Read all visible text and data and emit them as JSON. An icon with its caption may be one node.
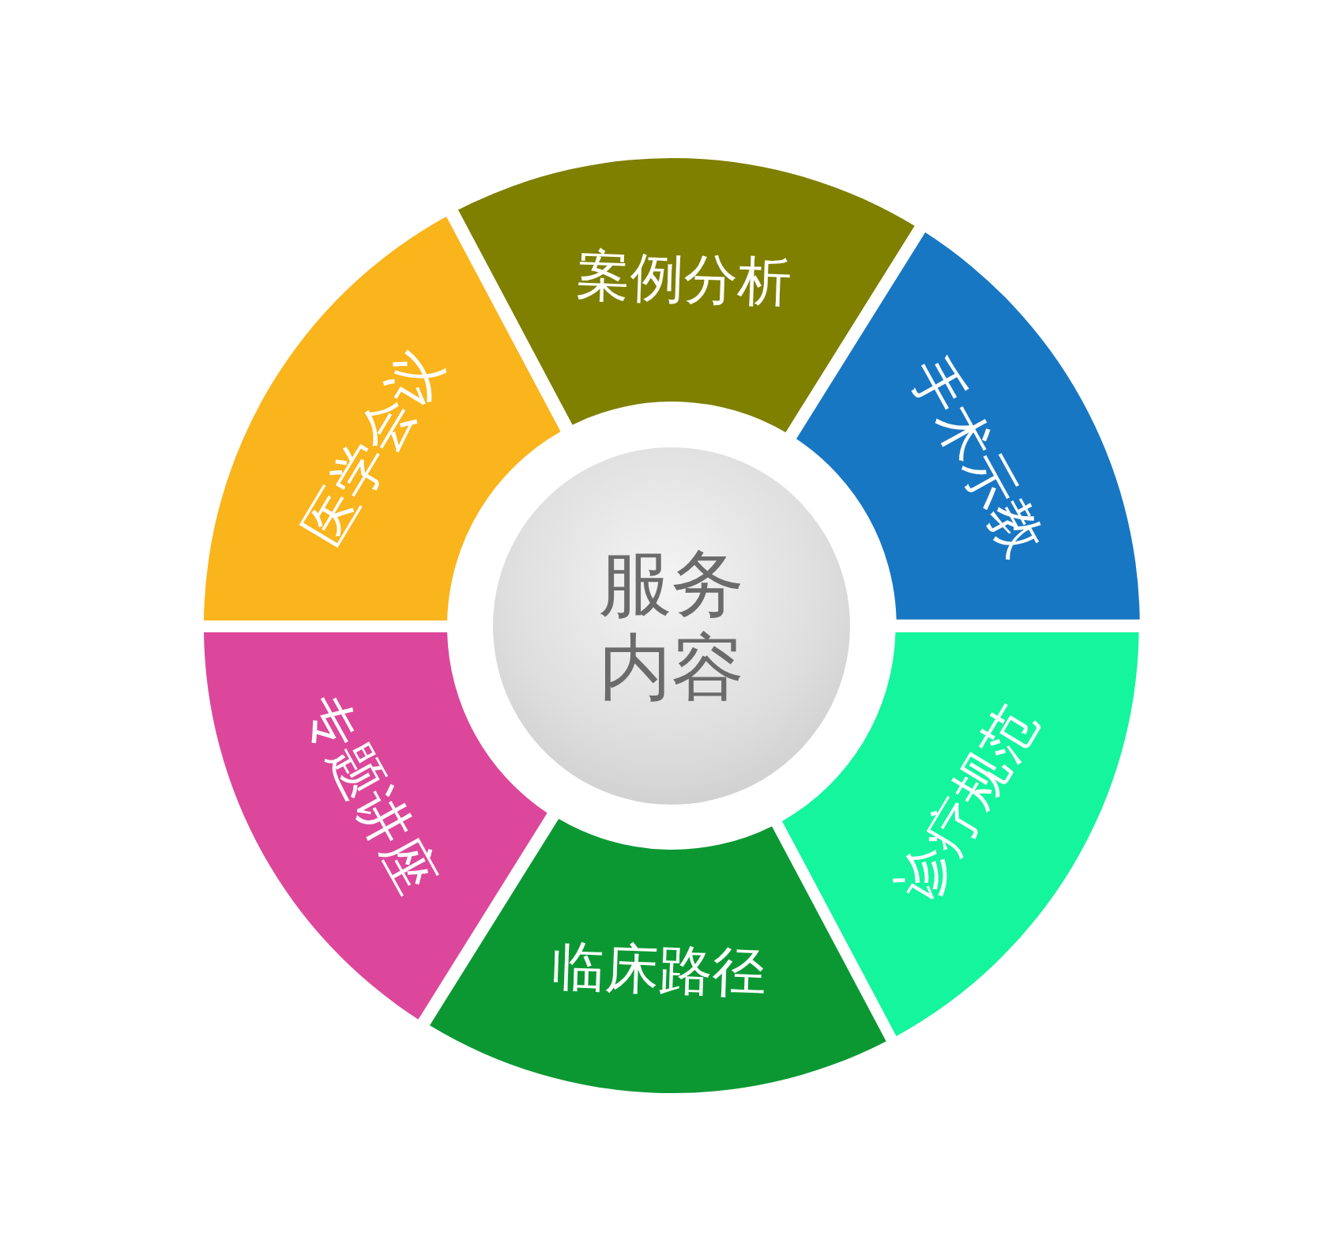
{
  "diagram": {
    "nodes": [
      {
        "text": [
          "服务内容"
        ]
      },
      {
        "text": [
          "案例分析"
        ]
      },
      {
        "text": [
          "手术示教"
        ]
      },
      {
        "text": [
          "诊疗规范"
        ]
      },
      {
        "text": [
          "临床路径"
        ]
      },
      {
        "text": [
          "专题讲座"
        ]
      },
      {
        "text": [
          "医学会议"
        ]
      }
    ]
  }
}
